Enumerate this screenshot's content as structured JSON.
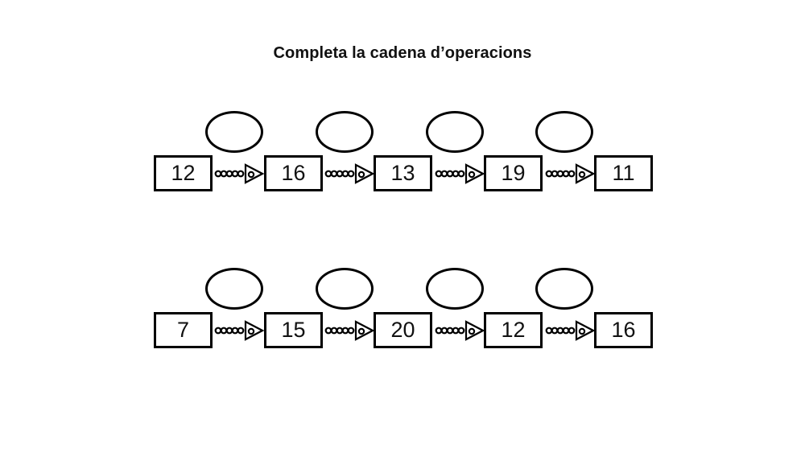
{
  "page": {
    "title": "Completa la cadena d’operacions",
    "background_color": "#ffffff",
    "ink_color": "#000000"
  },
  "worksheet": {
    "type": "operation-chain",
    "instruction": "Completa la cadena d’operacions",
    "language": "ca",
    "rows": [
      {
        "row_label": "chain-1",
        "numbers": [
          "12",
          "16",
          "13",
          "19",
          "11"
        ],
        "operations": [
          "",
          "",
          "",
          ""
        ],
        "operation_slots": 4
      },
      {
        "row_label": "chain-2",
        "numbers": [
          "7",
          "15",
          "20",
          "12",
          "16"
        ],
        "operations": [
          "",
          "",
          "",
          ""
        ],
        "operation_slots": 4
      }
    ]
  },
  "icons": {
    "arrow": "bead-chain-arrow-icon",
    "ellipse": "empty-ellipse-slot-icon"
  }
}
